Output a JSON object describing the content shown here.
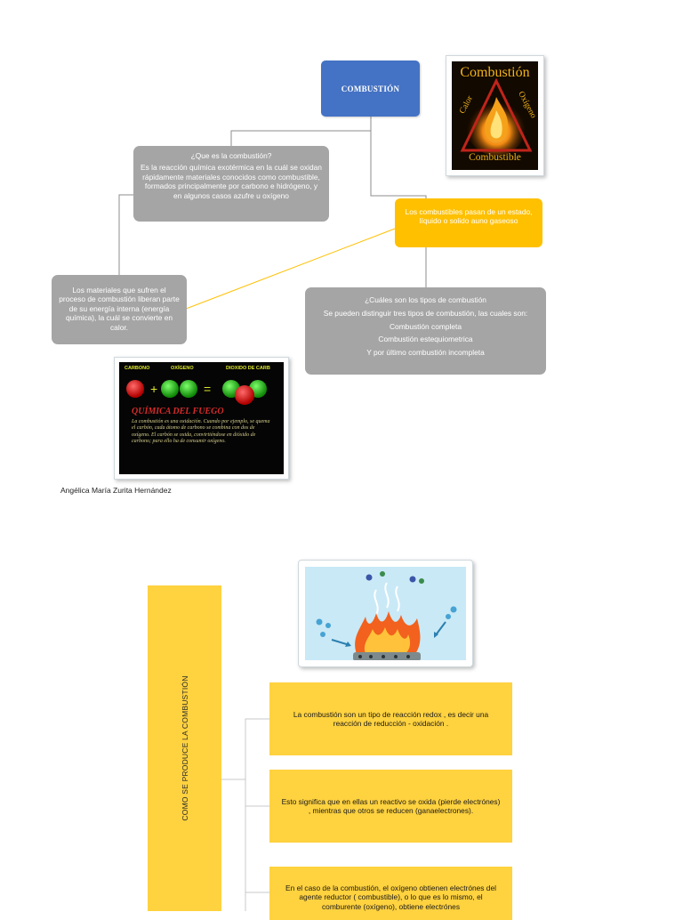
{
  "title": "COMBUSTIÓN",
  "what_is": {
    "question": "¿Que es la combustión?",
    "answer": "Es la reacción química exotérmica en la cuál se oxidan rápidamente materiales conocidos como combustible, formados principalmente por carbono e hidrógeno, y en algunos casos azufre u oxígeno"
  },
  "fuels_text": "Los combustibles pasan de un estado, líquido o solido auno gaseoso",
  "materials_text": "Los materiales que sufren el proceso de combustión liberan parte de su energía interna (energía química), la cuál se convierte en calor.",
  "types": {
    "question": "¿Cuáles son los tipos de combustión",
    "intro": "Se pueden distinguir tres tipos de combustión, las cuales son:",
    "items": [
      "Combustión completa",
      "Combustión estequiometrica",
      "Y por último combustión incompleta"
    ]
  },
  "combustion_image": {
    "title": "Combustión",
    "left": "Calor",
    "right": "Oxígeno",
    "bottom": "Combustible"
  },
  "chem_image": {
    "label_carbon": "CARBONO",
    "label_oxygen": "OXÍGENO",
    "label_co2": "DIOXIDO DE CARB",
    "heading": "QUÍMICA DEL FUEGO",
    "text": "La combustión es una oxidación. Cuando por ejemplo, se quema el carbón, cada átomo de carbono se combina con dos de oxígeno. El carbón se oxida, convirtiéndose en dióxido de carbono; para ello ha de consumir oxígeno."
  },
  "author": "Angélica María Zurita Hernández",
  "how_title": "COMO SE PRODUCE LA COMBUSTIÓN",
  "how_boxes": [
    "La combustión son un tipo de reacción redox , es decir una reacción de reducción - oxidación .",
    "Esto significa que en ellas un reactivo se oxida (pierde electrónes) , mientras que otros se reducen (ganaelectrones).",
    "En el caso de la combustión, el oxígeno obtienen electrónes del agente reductor ( combustible), o lo que es lo mismo, el comburente (oxígeno), obtiene electrónes"
  ],
  "colors": {
    "title_box": "#4472c4",
    "gray_box": "#a5a5a5",
    "orange_box": "#ffc000",
    "yellow_box": "#ffd23f"
  }
}
